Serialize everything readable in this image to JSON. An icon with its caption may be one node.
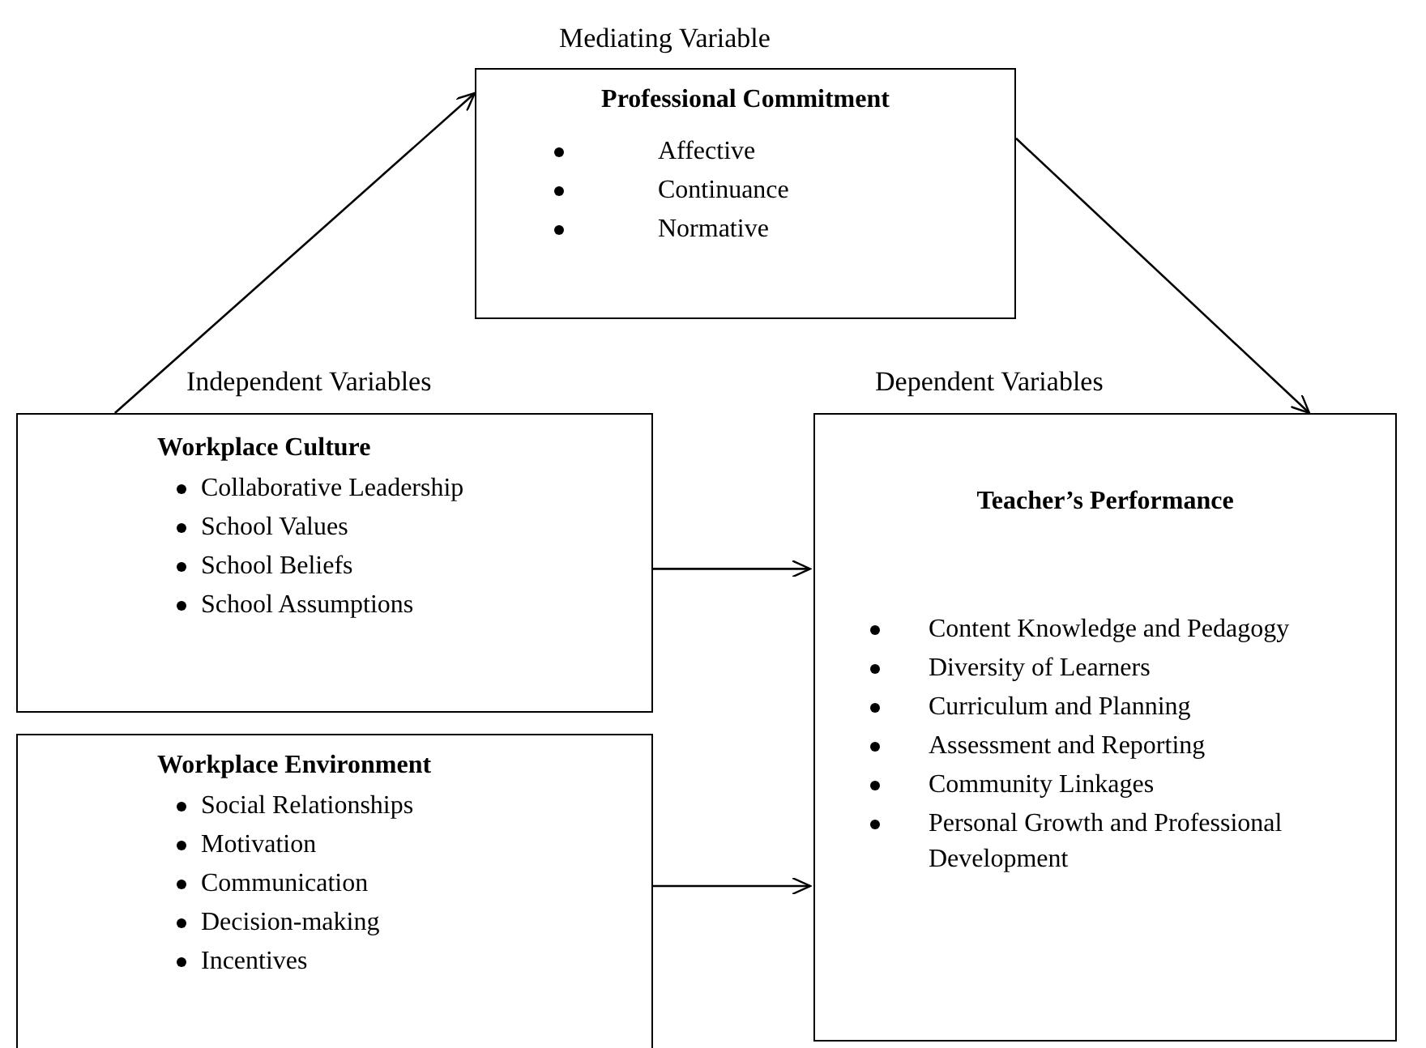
{
  "diagram": {
    "nodes": [
      {
        "text": [
          "Professional Commitment",
          "Affective",
          "Continuance",
          "Normative"
        ]
      },
      {
        "text": [
          "Workplace Culture",
          "Collaborative Leadership",
          "School Values",
          "School Beliefs",
          "School Assumptions"
        ]
      },
      {
        "text": [
          "Workplace Environment",
          "Social Relationships",
          "Motivation",
          "Communication",
          "Decision-making",
          "Incentives"
        ]
      },
      {
        "text": [
          "Teacher’s Performance",
          "Content Knowledge and Pedagogy",
          "Diversity of Learners",
          "Curriculum and Planning",
          "Assessment and Reporting",
          "Community Linkages",
          "Personal Growth and Professional Development"
        ]
      }
    ],
    "edges": [
      {
        "from": 1,
        "to": 0,
        "arrow": "to"
      },
      {
        "from": 0,
        "to": 3,
        "arrow": "to"
      },
      {
        "from": 1,
        "to": 3,
        "arrow": "to"
      },
      {
        "from": 2,
        "to": 3,
        "arrow": "to"
      }
    ],
    "labels": [
      "Mediating Variable",
      "Independent Variables",
      "Dependent Variables"
    ]
  }
}
